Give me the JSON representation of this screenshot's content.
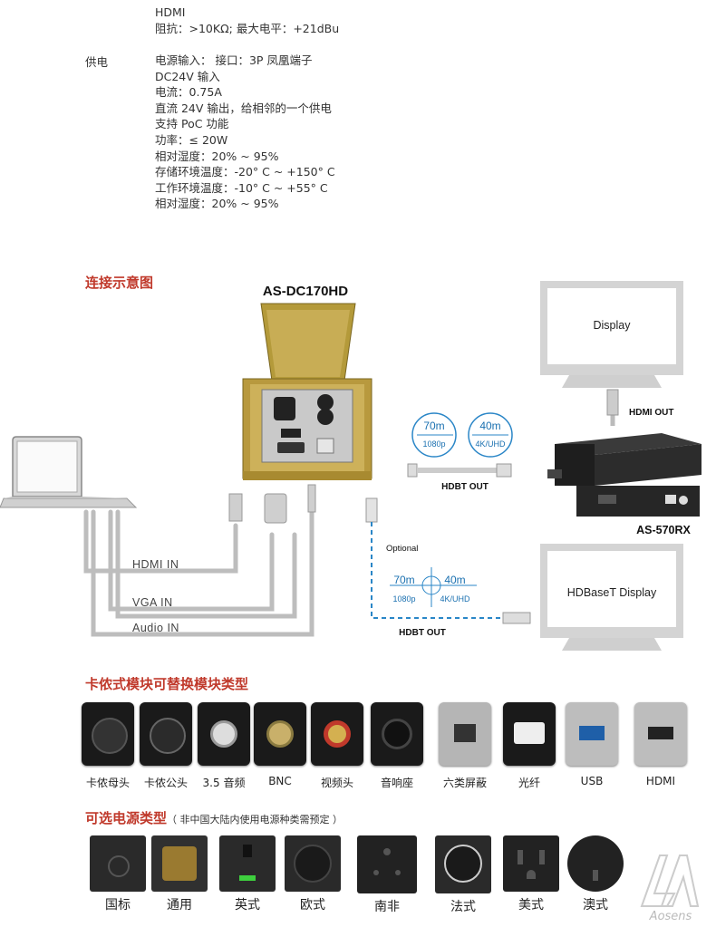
{
  "specs_top": {
    "hdmi_label": "HDMI",
    "hdmi_line": "阻抗：>10KΩ; 最大电平：+21dBu"
  },
  "power": {
    "label": "供电",
    "lines": [
      "电源输入： 接口：3P 凤凰端子",
      "DC24V 输入",
      "电流：0.75A",
      "直流 24V 输出，给相邻的一个供电",
      "支持 PoC 功能",
      "功率：≤ 20W",
      "相对湿度：20% ~ 95%",
      "存储环境温度：-20° C ~ +150° C",
      "工作环境温度：-10° C ~ +55° C",
      "相对湿度：20% ~ 95%"
    ]
  },
  "diagram": {
    "title": "连接示意图",
    "product": "AS-DC170HD",
    "receiver": "AS-570RX",
    "display1": "Display",
    "display2": "HDBaseT Display",
    "hdmi_out": "HDMI OUT",
    "hdbt_out1": "HDBT OUT",
    "hdbt_out2": "HDBT OUT",
    "optional": "Optional",
    "hdmi_in": "HDMI IN",
    "vga_in": "VGA IN",
    "audio_in": "Audio IN",
    "dist_70m": "70m",
    "dist_1080p": "1080p",
    "dist_40m": "40m",
    "dist_4k": "4K/UHD"
  },
  "modules": {
    "title": "卡侬式模块可替换模块类型",
    "items": [
      "卡侬母头",
      "卡侬公头",
      "3.5 音频",
      "BNC",
      "视频头",
      "音响座",
      "六类屏蔽",
      "光纤",
      "USB",
      "HDMI"
    ]
  },
  "power_types": {
    "title": "可选电源类型",
    "note": "（ 非中国大陆内使用电源种类需预定 ）",
    "items": [
      "国标",
      "通用",
      "英式",
      "欧式",
      "南非",
      "法式",
      "美式",
      "澳式"
    ]
  },
  "brand": "Aosens"
}
